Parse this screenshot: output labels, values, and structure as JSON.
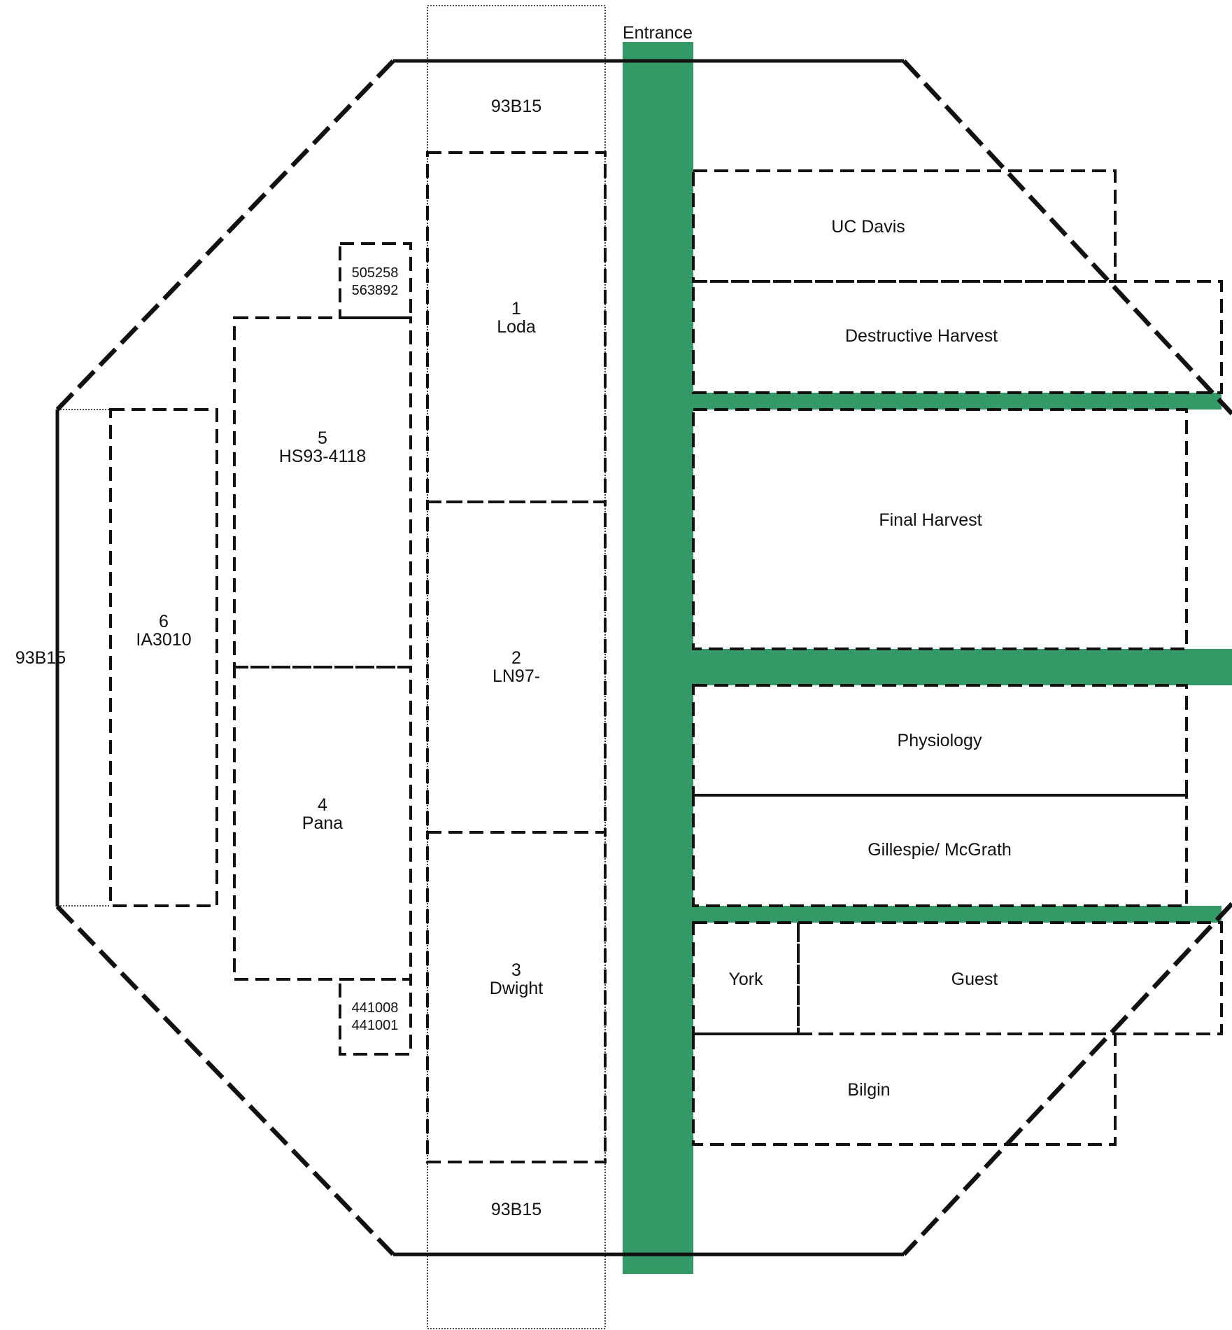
{
  "entrance_label": "Entrance",
  "colors": {
    "path": "#339966",
    "line": "#111111",
    "background": "#ffffff"
  },
  "left_label": "93B15",
  "center_top_label": "93B15",
  "center_bottom_label": "93B15",
  "plots": {
    "p1": {
      "num": "1",
      "name": "Loda"
    },
    "p2": {
      "num": "2",
      "name": "LN97-"
    },
    "p3": {
      "num": "3",
      "name": "Dwight"
    },
    "p4": {
      "num": "4",
      "name": "Pana"
    },
    "p5": {
      "num": "5",
      "name": "HS93-4118"
    },
    "p6": {
      "num": "6",
      "name": "IA3010"
    }
  },
  "small_plots": {
    "top": {
      "line1": "505258",
      "line2": "563892"
    },
    "bottom": {
      "line1": "441008",
      "line2": "441001"
    }
  },
  "areas": {
    "uc_davis": "UC Davis",
    "destructive_harvest": "Destructive Harvest",
    "final_harvest": "Final Harvest",
    "physiology": "Physiology",
    "gillespie": "Gillespie/ McGrath",
    "york": "York",
    "guest": "Guest",
    "bilgin": "Bilgin"
  }
}
